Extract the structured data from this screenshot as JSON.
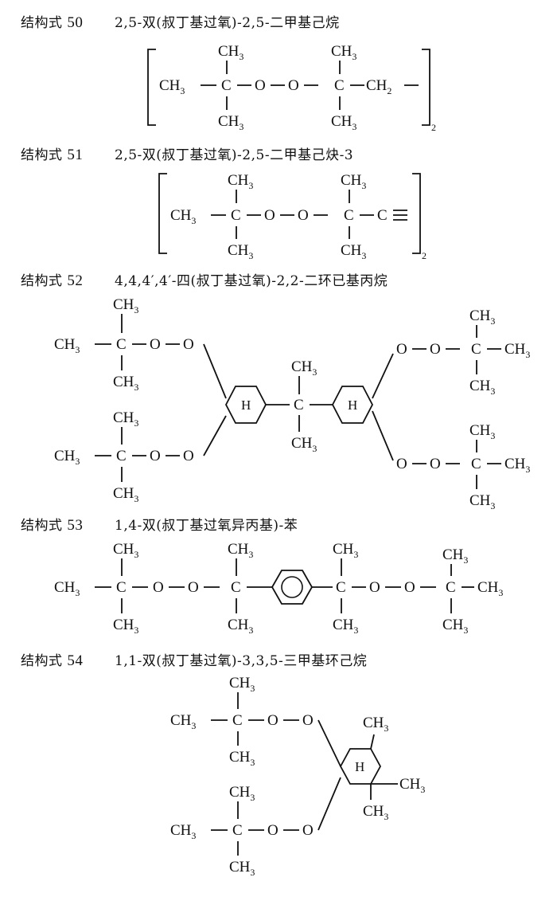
{
  "entries": [
    {
      "label": "结构式",
      "number": "50",
      "name": "2,5-双(叔丁基过氧)-2,5-二甲基己烷"
    },
    {
      "label": "结构式",
      "number": "51",
      "name": "2,5-双(叔丁基过氧)-2,5-二甲基己炔-3"
    },
    {
      "label": "结构式",
      "number": "52",
      "name": "4,4,4′,4′-四(叔丁基过氧)-2,2-二环已基丙烷"
    },
    {
      "label": "结构式",
      "number": "53",
      "name": "1,4-双(叔丁基过氧异丙基)-苯"
    },
    {
      "label": "结构式",
      "number": "54",
      "name": "1,1-双(叔丁基过氧)-3,3,5-三甲基环己烷"
    }
  ],
  "formula_text": {
    "ch3": "CH",
    "three": "3",
    "c": "C",
    "o": "O",
    "ch2": "CH",
    "two": "2",
    "ring_h": "H",
    "repeat": "2"
  }
}
